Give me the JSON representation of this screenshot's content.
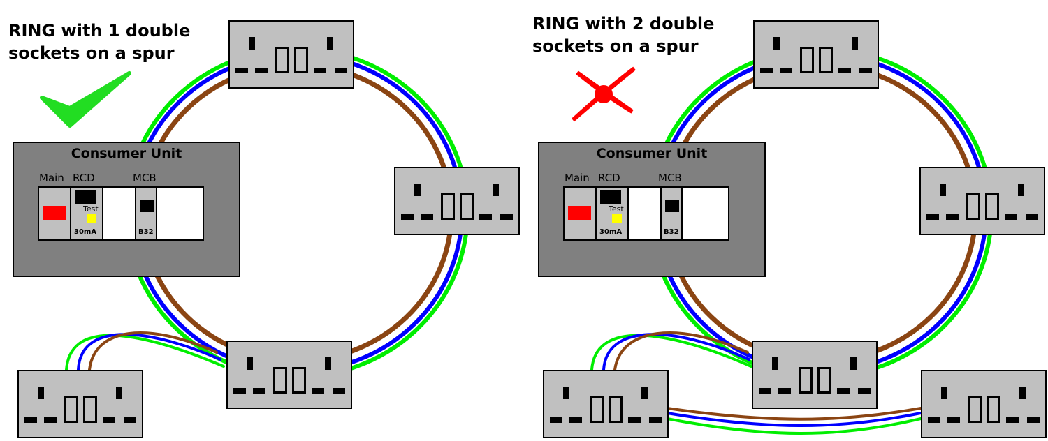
{
  "left": {
    "title_line1": "RING with 1 double",
    "title_line2": "sockets on a spur",
    "mark": "check-mark-icon"
  },
  "right": {
    "title_line1": "RING with 2 double",
    "title_line2": "sockets on a spur",
    "mark": "cross-mark-icon"
  },
  "consumer_unit": {
    "title": "Consumer Unit",
    "main_label": "Main",
    "rcd_label": "RCD",
    "mcb_label": "MCB",
    "test_label": "Test",
    "rcd_rating": "30mA",
    "mcb_rating": "B32"
  },
  "colors": {
    "earth": "#00ee00",
    "neutral": "#0000ff",
    "live": "#8b4513",
    "switch": "#ff0000",
    "test_button": "#ffff00",
    "check": "#22dd22",
    "cross": "#ff0000",
    "unit": "#808080",
    "socket": "#c0c0c0"
  }
}
